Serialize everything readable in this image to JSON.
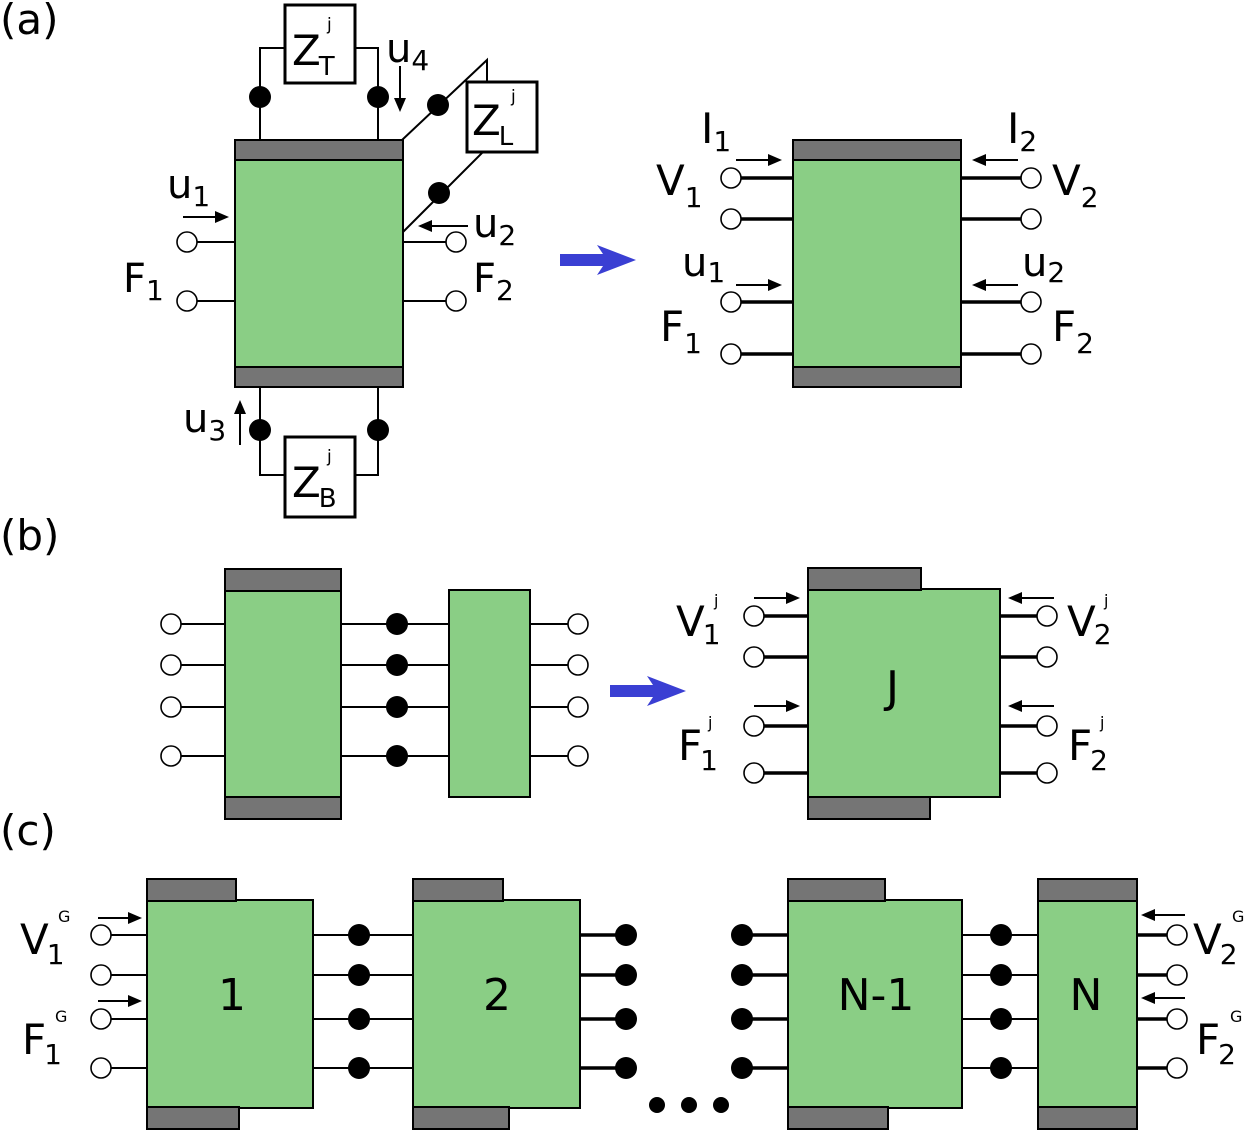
{
  "panels": {
    "a": "(a)",
    "b": "(b)",
    "c": "(c)"
  },
  "impedances": {
    "top": {
      "base": "Z",
      "sub": "T",
      "sup": "j"
    },
    "left": {
      "base": "Z",
      "sub": "L",
      "sup": "j"
    },
    "bottom": {
      "base": "Z",
      "sub": "B",
      "sup": "j"
    }
  },
  "velocities": {
    "u1": {
      "base": "u",
      "sub": "1"
    },
    "u2": {
      "base": "u",
      "sub": "2"
    },
    "u3": {
      "base": "u",
      "sub": "3"
    },
    "u4": {
      "base": "u",
      "sub": "4"
    }
  },
  "forces": {
    "F1": {
      "base": "F",
      "sub": "1"
    },
    "F2": {
      "base": "F",
      "sub": "2"
    }
  },
  "electrical": {
    "I1": {
      "base": "I",
      "sub": "1"
    },
    "I2": {
      "base": "I",
      "sub": "2"
    },
    "V1": {
      "base": "V",
      "sub": "1"
    },
    "V2": {
      "base": "V",
      "sub": "2"
    }
  },
  "junction": {
    "label": "J",
    "V1": {
      "base": "V",
      "sub": "1",
      "sup": "j"
    },
    "V2": {
      "base": "V",
      "sub": "2",
      "sup": "j"
    },
    "F1": {
      "base": "F",
      "sub": "1",
      "sup": "j"
    },
    "F2": {
      "base": "F",
      "sub": "2",
      "sup": "j"
    }
  },
  "global": {
    "V1": {
      "base": "V",
      "sub": "1",
      "sup": "G"
    },
    "V2": {
      "base": "V",
      "sub": "2",
      "sup": "G"
    },
    "F1": {
      "base": "F",
      "sub": "1",
      "sup": "G"
    },
    "F2": {
      "base": "F",
      "sub": "2",
      "sup": "G"
    }
  },
  "chain": {
    "blocks": [
      "1",
      "2",
      "N-1",
      "N"
    ]
  },
  "colors": {
    "block_fill": "#8ace85",
    "plate_fill": "#757575",
    "arrow_blue": "#3a3fd3"
  }
}
